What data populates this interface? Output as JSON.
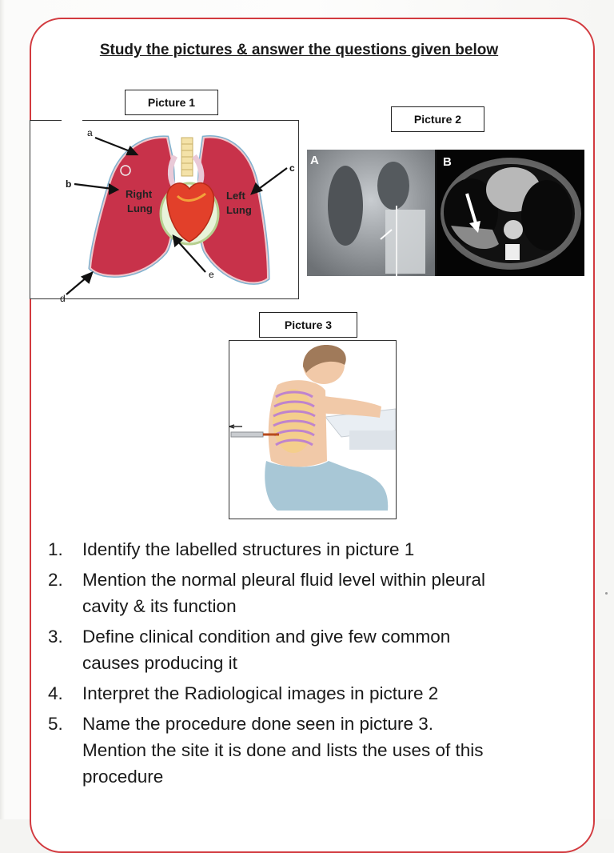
{
  "heading": "Study the pictures & answer the questions given below",
  "picture1": {
    "caption": "Picture 1",
    "labels": {
      "a": "a",
      "b": "b",
      "c": "c",
      "d": "d",
      "e": "e"
    },
    "right_lung_line1": "Right",
    "right_lung_line2": "Lung",
    "left_lung_line1": "Left",
    "left_lung_line2": "Lung"
  },
  "picture2": {
    "caption": "Picture 2",
    "panel_a": "A",
    "panel_b": "B"
  },
  "picture3": {
    "caption": "Picture 3"
  },
  "questions": [
    {
      "number": "1.",
      "lines": [
        "Identify the labelled structures in picture 1"
      ]
    },
    {
      "number": "2.",
      "lines": [
        "Mention the normal pleural fluid level within pleural",
        "cavity & its function"
      ]
    },
    {
      "number": "3.",
      "lines": [
        "Define clinical condition and give few common",
        "causes producing it"
      ]
    },
    {
      "number": "4.",
      "lines": [
        "Interpret the Radiological images in picture 2"
      ]
    },
    {
      "number": "5.",
      "lines": [
        "Name the procedure done seen in picture 3.",
        "Mention the site it is done and lists the uses of this",
        "procedure"
      ]
    }
  ],
  "colors": {
    "frame": "#d23a3f",
    "lung": "#c8324a",
    "heart": "#e2402a"
  }
}
